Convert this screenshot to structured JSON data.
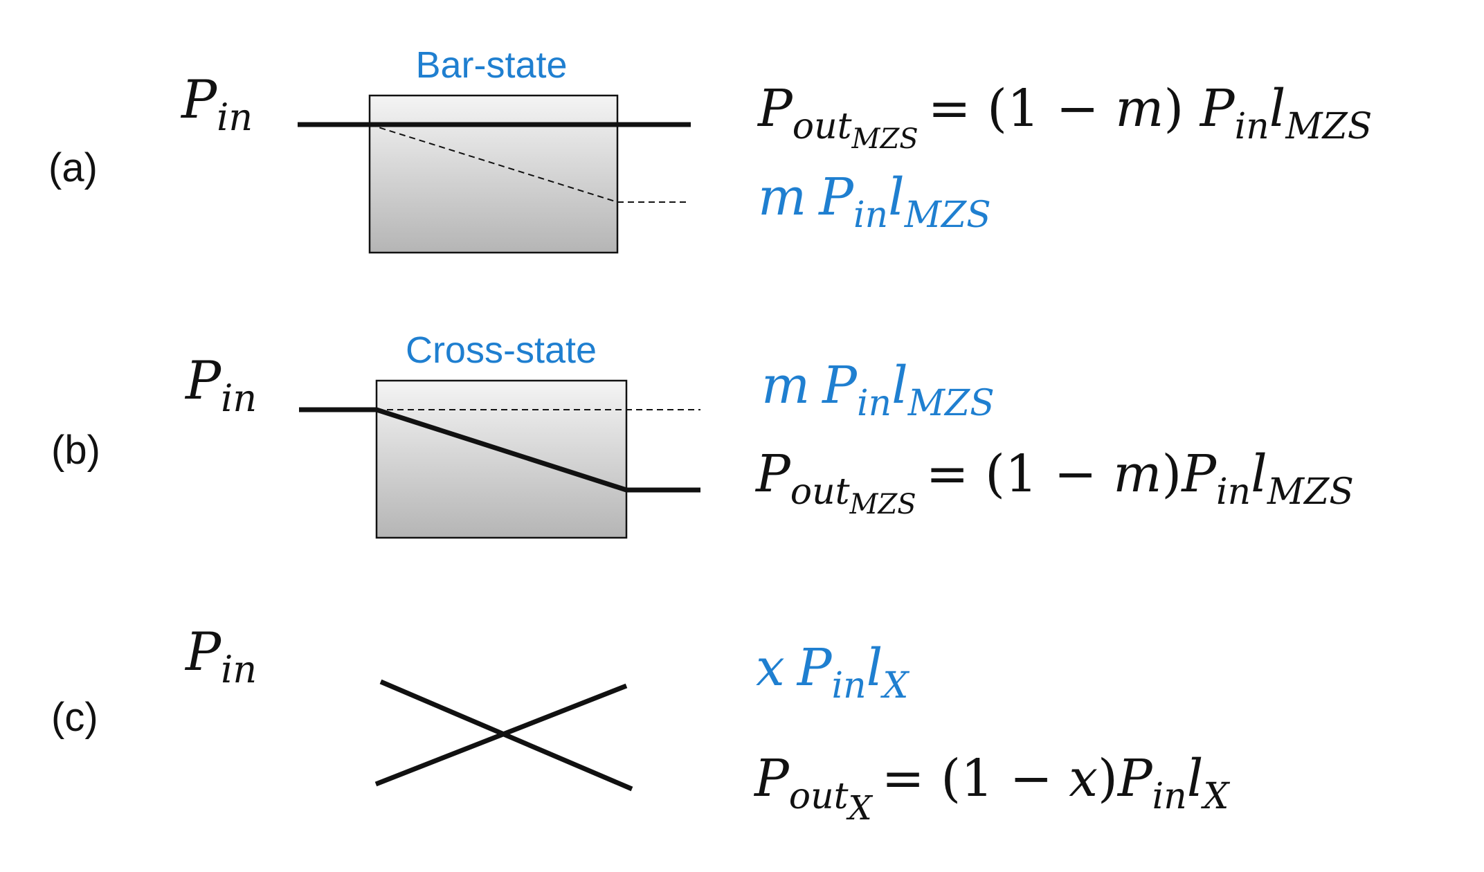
{
  "colors": {
    "text": "#111111",
    "accent_blue": "#1f7fd0",
    "box_top": "#f4f4f4",
    "box_bottom": "#b5b5b5"
  },
  "panels": [
    {
      "label": "(a)",
      "state": "Bar-state",
      "input": {
        "main": "P",
        "sub": "in"
      },
      "eq_black": {
        "lhs": "P",
        "lhs_sub": "out",
        "lhs_subsub": "MZS",
        "rhs_pre": "= (1 − ",
        "rhs_var": "m",
        "rhs_close": ") ",
        "p": "P",
        "p_sub": "in",
        "l": "l",
        "l_sub": "MZS"
      },
      "eq_blue": {
        "coef": "m",
        "p": "P",
        "p_sub": "in",
        "l": "l",
        "l_sub": "MZS"
      }
    },
    {
      "label": "(b)",
      "state": "Cross-state",
      "input": {
        "main": "P",
        "sub": "in"
      },
      "eq_blue": {
        "coef": "m",
        "p": "P",
        "p_sub": "in",
        "l": "l",
        "l_sub": "MZS"
      },
      "eq_black": {
        "lhs": "P",
        "lhs_sub": "out",
        "lhs_subsub": "MZS",
        "rhs_pre": "= (1 − ",
        "rhs_var": "m",
        "rhs_close": ")",
        "p": "P",
        "p_sub": "in",
        "l": "l",
        "l_sub": "MZS"
      }
    },
    {
      "label": "(c)",
      "input": {
        "main": "P",
        "sub": "in"
      },
      "eq_blue": {
        "coef": "x",
        "p": "P",
        "p_sub": "in",
        "l": "l",
        "l_sub": "X"
      },
      "eq_black": {
        "lhs": "P",
        "lhs_sub": "out",
        "lhs_subsub": "X",
        "rhs_pre": "= (1 − ",
        "rhs_var": "x",
        "rhs_close": ")",
        "p": "P",
        "p_sub": "in",
        "l": "l",
        "l_sub": "X"
      }
    }
  ]
}
